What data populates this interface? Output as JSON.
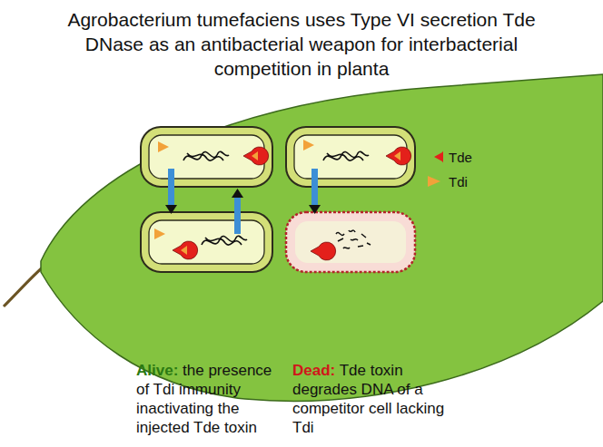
{
  "diagram": {
    "title": "Agrobacterium tumefaciens uses Type VI secretion Tde DNase as an antibacterial weapon for interbacterial competition in planta",
    "labels": [
      "Alive:",
      "the presence of Tdi immunity inactivating the injected Tde toxin",
      "Dead:",
      "Tde toxin degrades DNA of a competitor cell lacking Tdi"
    ],
    "legend": [
      {
        "text": "Tde",
        "color": "#e3201b"
      },
      {
        "text": "Tdi",
        "color": "#f2a23a"
      }
    ]
  }
}
